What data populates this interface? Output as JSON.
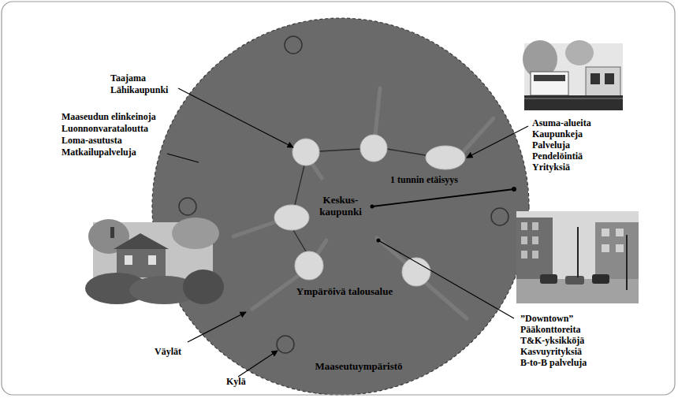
{
  "diagram": {
    "nodes": [
      {
        "text": [
          "Maaseutuympäristö"
        ]
      },
      {
        "text": [
          "Ympäröivä talousalue"
        ],
        "in": 0
      },
      {
        "text": [
          "Keskus-kaupunki"
        ],
        "in": 1
      }
    ],
    "labels": [
      "Taajama",
      "Lähikaupunki",
      "Maaseudun elinkeinoja",
      "Luonnonvarataloutta",
      "Loma-asutusta",
      "Matkailupalveluja",
      "Asuma-alueita",
      "Kaupunkeja",
      "Palveluja",
      "Pendelöintiä",
      "Yrityksiä",
      "1 tunnin etäisyys",
      "”Downtown”",
      "Pääkonttoreita",
      "T&K-yksikköjä",
      "Kasvuyrityksiä",
      "B-to-B palveluja",
      "Väylät",
      "Kylä"
    ]
  }
}
